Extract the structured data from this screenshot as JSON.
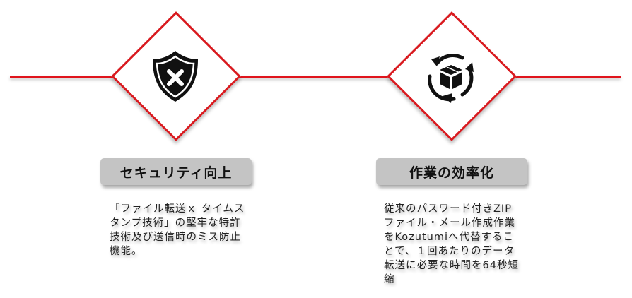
{
  "colors": {
    "accent_red": "#e0141c",
    "label_bg": "#c4c4c4",
    "text": "#222222"
  },
  "items": [
    {
      "icon": "shield-x-icon",
      "title": "セキュリティ向上",
      "description": "「ファイル転送ｘ タイムス\nタンプ技術」の堅牢な特許\n技術及び送信時のミス防止\n機能。"
    },
    {
      "icon": "package-cycle-icon",
      "title": "作業の効率化",
      "description": "従来のパスワード付きZIP\nファイル・メール作成作業\nをKozutumiへ代替するこ\nとで、１回あたりのデータ\n転送に必要な時間を64秒短\n縮"
    }
  ]
}
